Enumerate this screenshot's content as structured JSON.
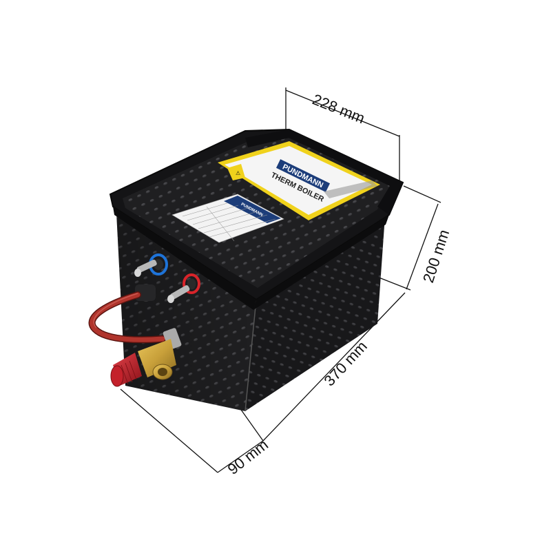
{
  "product": {
    "brand": "PUNDMANN",
    "name": "THERM BOILER",
    "colors": {
      "body": "#1d1d1f",
      "label_yellow": "#f0d21c",
      "cold_ring": "#1e73d8",
      "hot_ring": "#d8242a",
      "hose": "#b0342c",
      "valve_brass": "#c8a03a",
      "valve_cap": "#c4212b"
    }
  },
  "dimensions": {
    "width": "228 mm",
    "height": "200 mm",
    "length": "370 mm",
    "depth": "90 mm"
  }
}
